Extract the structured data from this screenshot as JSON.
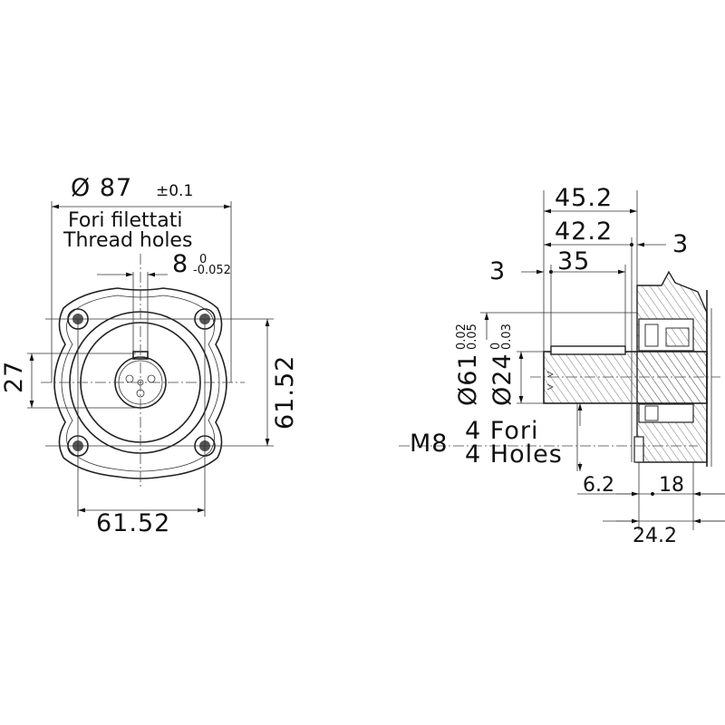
{
  "front_view": {
    "diameter_label": "Ø 87",
    "diameter_tolerance": "±0.1",
    "note_it": "Fori filettati",
    "note_en": "Thread holes",
    "key_width": "8",
    "key_tol_upper": "0",
    "key_tol_lower": "-0.052",
    "bolt_spacing_h": "61.52",
    "bolt_spacing_v": "61.52",
    "flat_height": "27"
  },
  "side_view": {
    "len_45": "45.2",
    "len_42": "42.2",
    "len_35": "35",
    "offset_right": "3",
    "offset_left": "3",
    "pilot_dia": "Ø61",
    "pilot_tol_upper": "0.02",
    "pilot_tol_lower": "0.05",
    "shaft_dia": "Ø24",
    "shaft_tol_upper": "0",
    "shaft_tol_lower": "0.03",
    "thread": "M8",
    "holes_it": "4 Fori",
    "holes_en": "4 Holes",
    "dim_6_2": "6.2",
    "dim_18": "18",
    "dim_24_2": "24.2"
  }
}
